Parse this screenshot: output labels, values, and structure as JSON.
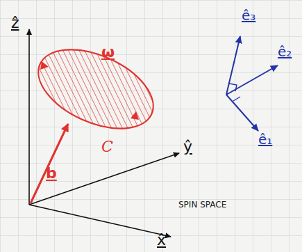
{
  "diagram": {
    "labels": [
      "ẑ",
      "ŷ",
      "x̂",
      "ω",
      "b",
      "C",
      "ê₃",
      "ê₂",
      "ê₁",
      "SPIN SPACE"
    ]
  }
}
